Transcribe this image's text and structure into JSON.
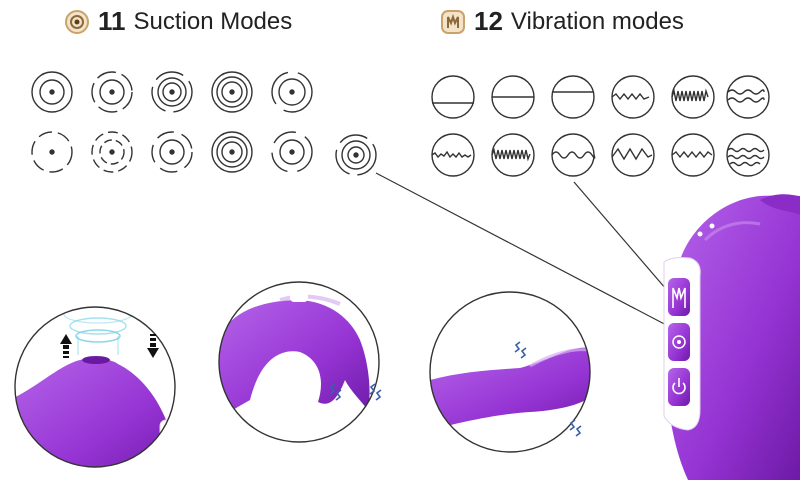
{
  "suction": {
    "count": "11",
    "label": "Suction Modes",
    "icon": "suction-mode-icon",
    "modes": 11
  },
  "vibration": {
    "count": "12",
    "label": "Vibration modes",
    "icon": "vibration-mode-icon",
    "modes": 12
  },
  "colors": {
    "product": "#9b3fd6",
    "product_dark": "#7a22b8",
    "line": "#333333",
    "icon_gold": "#c9a36b"
  }
}
